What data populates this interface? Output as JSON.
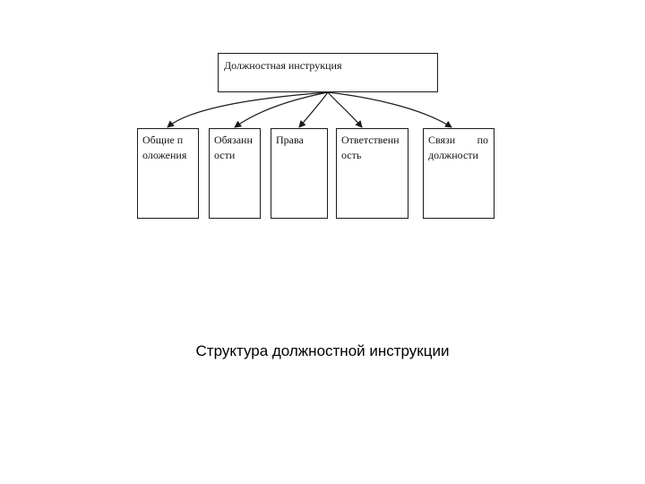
{
  "diagram": {
    "root": {
      "label": "Должностная инструкция"
    },
    "children": [
      {
        "label": "Общие положения"
      },
      {
        "label": "Обязанности"
      },
      {
        "label": "Права"
      },
      {
        "label": "Ответственность"
      },
      {
        "label": "Связи по должности"
      }
    ]
  },
  "caption": "Структура должностной инструкции",
  "colors": {
    "line": "#1a1a1a",
    "background": "#ffffff",
    "text": "#111111"
  }
}
